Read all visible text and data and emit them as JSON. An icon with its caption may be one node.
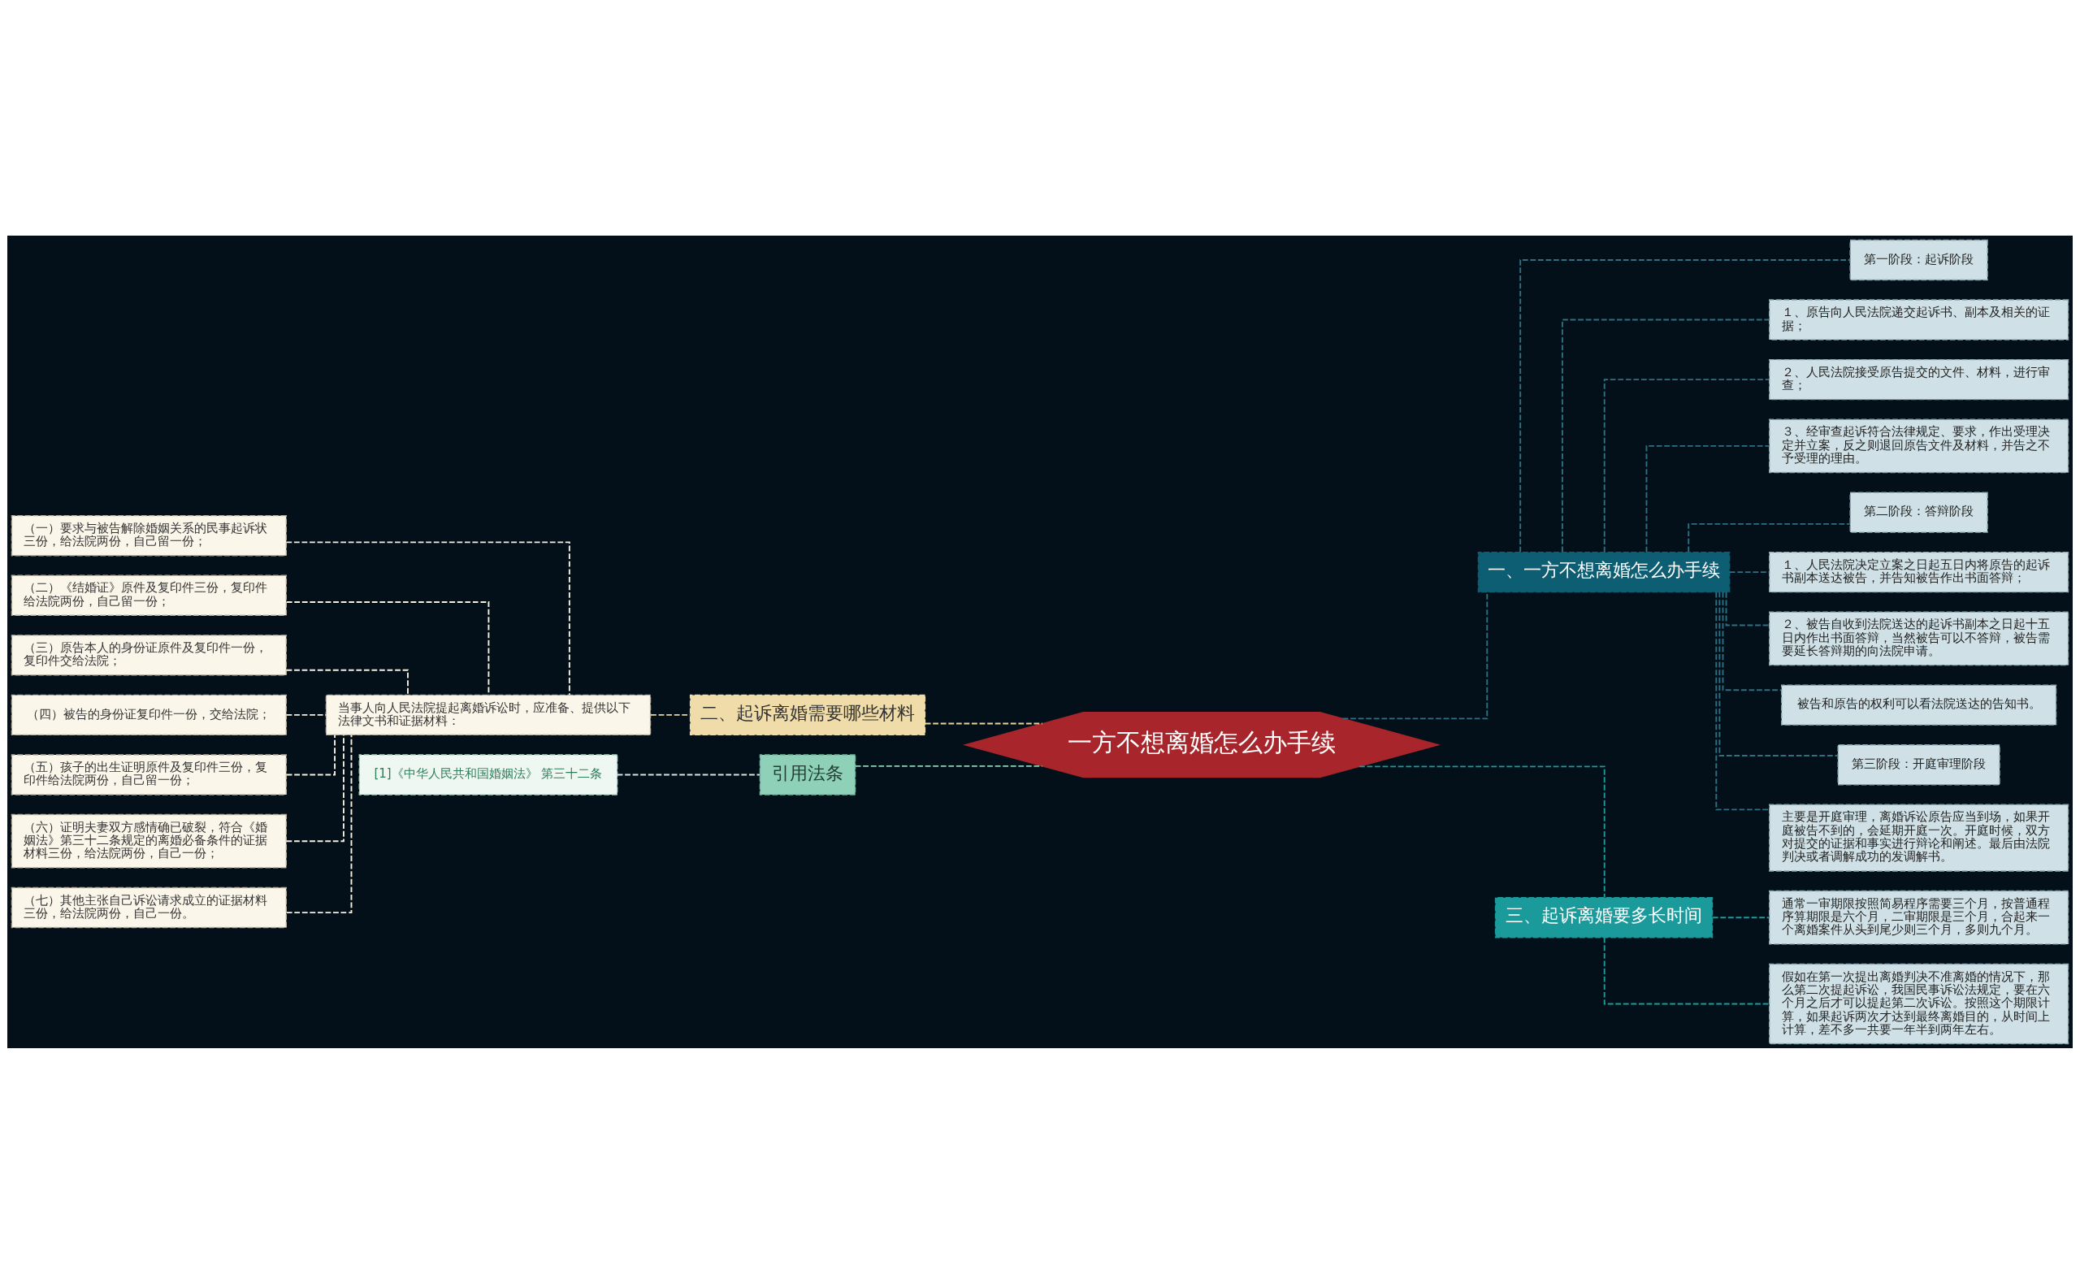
{
  "diagram": {
    "nodes": [
      {
        "text": [
          "一方不想离婚怎么办手续"
        ]
      },
      {
        "text": [
          "一、一方不想离婚怎么办手续"
        ]
      },
      {
        "text": [
          "第一阶段：起诉阶段"
        ]
      },
      {
        "text": [
          "１、原告向人民法院递交起诉书、副本及相关的证据；"
        ]
      },
      {
        "text": [
          "２、人民法院接受原告提交的文件、材料，进行审查；"
        ]
      },
      {
        "text": [
          "３、经审查起诉符合法律规定、要求，作出受理决定并立案，反之则退回原告文件及材料，并告之不予受理的理由。"
        ]
      },
      {
        "text": [
          "第二阶段：答辩阶段"
        ]
      },
      {
        "text": [
          "１、人民法院决定立案之日起五日内将原告的起诉书副本送达被告，并告知被告作出书面答辩；"
        ]
      },
      {
        "text": [
          "２、被告自收到法院送达的起诉书副本之日起十五日内作出书面答辩，当然被告可以不答辩，被告需要延长答辩期的向法院申请。"
        ]
      },
      {
        "text": [
          "被告和原告的权利可以看法院送达的告知书。"
        ]
      },
      {
        "text": [
          "第三阶段：开庭审理阶段"
        ]
      },
      {
        "text": [
          "主要是开庭审理，离婚诉讼原告应当到场，如果开庭被告不到的，会延期开庭一次。开庭时候，双方对提交的证据和事实进行辩论和阐述。最后由法院判决或者调解成功的发调解书。"
        ]
      },
      {
        "text": [
          "三、起诉离婚要多长时间"
        ]
      },
      {
        "text": [
          "通常一审期限按照简易程序需要三个月，按普通程序算期限是六个月，二审期限是三个月，合起来一个离婚案件从头到尾少则三个月，多则九个月。"
        ]
      },
      {
        "text": [
          "假如在第一次提出离婚判决不准离婚的情况下，那么第二次提起诉讼，我国民事诉讼法规定，要在六个月之后才可以提起第二次诉讼。按照这个期限计算，如果起诉两次才达到最终离婚目的，从时间上计算，差不多一共要一年半到两年左右。"
        ]
      },
      {
        "text": [
          "二、起诉离婚需要哪些材料"
        ]
      },
      {
        "text": [
          "当事人向人民法院提起离婚诉讼时，应准备、提供以下法律文书和证据材料："
        ]
      },
      {
        "text": [
          "（一）要求与被告解除婚姻关系的民事起诉状三份，给法院两份，自己留一份；"
        ]
      },
      {
        "text": [
          "（二）《结婚证》原件及复印件三份，复印件给法院两份，自己留一份；"
        ]
      },
      {
        "text": [
          "（三）原告本人的身份证原件及复印件一份，复印件交给法院；"
        ]
      },
      {
        "text": [
          "（四）被告的身份证复印件一份，交给法院；"
        ]
      },
      {
        "text": [
          "（五）孩子的出生证明原件及复印件三份，复印件给法院两份，自己留一份；"
        ]
      },
      {
        "text": [
          "（六）证明夫妻双方感情确已破裂，符合《婚姻法》第三十二条规定的离婚必备条件的证据材料三份，给法院两份，自己一份；"
        ]
      },
      {
        "text": [
          "（七）其他主张自己诉讼请求成立的证据材料三份，给法院两份，自己一份。"
        ]
      },
      {
        "text": [
          "引用法条"
        ]
      },
      {
        "text": [
          "[1]《中华人民共和国婚姻法》 第三十二条"
        ]
      }
    ],
    "edges": [
      {
        "from": 0,
        "to": 1,
        "arrow": "none",
        "style": "dashed",
        "color": "#2f6f7f"
      },
      {
        "from": 1,
        "to": 2,
        "arrow": "none",
        "style": "dashed",
        "color": "#2f6f7f"
      },
      {
        "from": 1,
        "to": 3,
        "arrow": "none",
        "style": "dashed",
        "color": "#2f6f7f"
      },
      {
        "from": 1,
        "to": 4,
        "arrow": "none",
        "style": "dashed",
        "color": "#2f6f7f"
      },
      {
        "from": 1,
        "to": 5,
        "arrow": "none",
        "style": "dashed",
        "color": "#2f6f7f"
      },
      {
        "from": 1,
        "to": 6,
        "arrow": "none",
        "style": "dashed",
        "color": "#2f6f7f"
      },
      {
        "from": 1,
        "to": 7,
        "arrow": "none",
        "style": "dashed",
        "color": "#2f6f7f"
      },
      {
        "from": 1,
        "to": 8,
        "arrow": "none",
        "style": "dashed",
        "color": "#2f6f7f"
      },
      {
        "from": 1,
        "to": 9,
        "arrow": "none",
        "style": "dashed",
        "color": "#2f6f7f"
      },
      {
        "from": 1,
        "to": 10,
        "arrow": "none",
        "style": "dashed",
        "color": "#2f6f7f"
      },
      {
        "from": 1,
        "to": 11,
        "arrow": "none",
        "style": "dashed",
        "color": "#2f6f7f"
      },
      {
        "from": 0,
        "to": 12,
        "arrow": "none",
        "style": "dashed",
        "color": "#1a9a9a"
      },
      {
        "from": 12,
        "to": 13,
        "arrow": "none",
        "style": "dashed",
        "color": "#1a9a9a"
      },
      {
        "from": 12,
        "to": 14,
        "arrow": "none",
        "style": "dashed",
        "color": "#1a9a9a"
      },
      {
        "from": 0,
        "to": 15,
        "arrow": "none",
        "style": "dashed",
        "color": "#e8d39a"
      },
      {
        "from": 15,
        "to": 16,
        "arrow": "none",
        "style": "dashed",
        "color": "#e8d39a"
      },
      {
        "from": 16,
        "to": 17,
        "arrow": "none",
        "style": "dashed",
        "color": "#f5efdf"
      },
      {
        "from": 16,
        "to": 18,
        "arrow": "none",
        "style": "dashed",
        "color": "#f5efdf"
      },
      {
        "from": 16,
        "to": 19,
        "arrow": "none",
        "style": "dashed",
        "color": "#f5efdf"
      },
      {
        "from": 16,
        "to": 20,
        "arrow": "none",
        "style": "dashed",
        "color": "#f5efdf"
      },
      {
        "from": 16,
        "to": 21,
        "arrow": "none",
        "style": "dashed",
        "color": "#f5efdf"
      },
      {
        "from": 16,
        "to": 22,
        "arrow": "none",
        "style": "dashed",
        "color": "#f5efdf"
      },
      {
        "from": 16,
        "to": 23,
        "arrow": "none",
        "style": "dashed",
        "color": "#f5efdf"
      },
      {
        "from": 0,
        "to": 24,
        "arrow": "none",
        "style": "dashed",
        "color": "#8fd0b8"
      },
      {
        "from": 24,
        "to": 25,
        "arrow": "none",
        "style": "dashed",
        "color": "#cfe8dc"
      }
    ]
  }
}
